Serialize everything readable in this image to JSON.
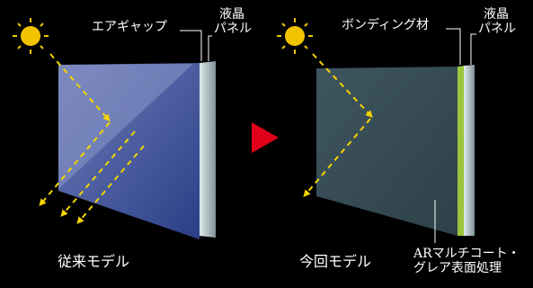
{
  "left": {
    "air_gap_label": "エアギャップ",
    "lcd_panel_label": [
      "液晶",
      "パネル"
    ],
    "caption": "従来モデル"
  },
  "right": {
    "bonding_label": "ボンディング材",
    "lcd_panel_label": [
      "液晶",
      "パネル"
    ],
    "caption": "今回モデル",
    "coating_label": [
      "ARマルチコート・",
      "グレア表面処理"
    ]
  },
  "colors": {
    "background": "#000000",
    "sun": "#f2c400",
    "arrow": "#f5d400",
    "old_glass": "#4a5a9a",
    "new_glass": "#3a4e5a",
    "bonding": "#9cc43c",
    "transition_arrow": "#e0001a"
  }
}
